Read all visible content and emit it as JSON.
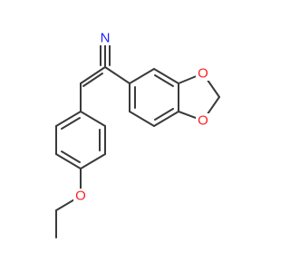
{
  "molecule": {
    "atoms": {
      "nitrile_n": {
        "label": "N",
        "color": "#2020ff"
      },
      "dioxole_o_top": {
        "label": "O",
        "color": "#ff2020"
      },
      "dioxole_o_bottom": {
        "label": "O",
        "color": "#ff2020"
      },
      "ether_o": {
        "label": "O",
        "color": "#ff2020"
      }
    },
    "bond_color": "#3a3a3a",
    "background": "#ffffff"
  }
}
